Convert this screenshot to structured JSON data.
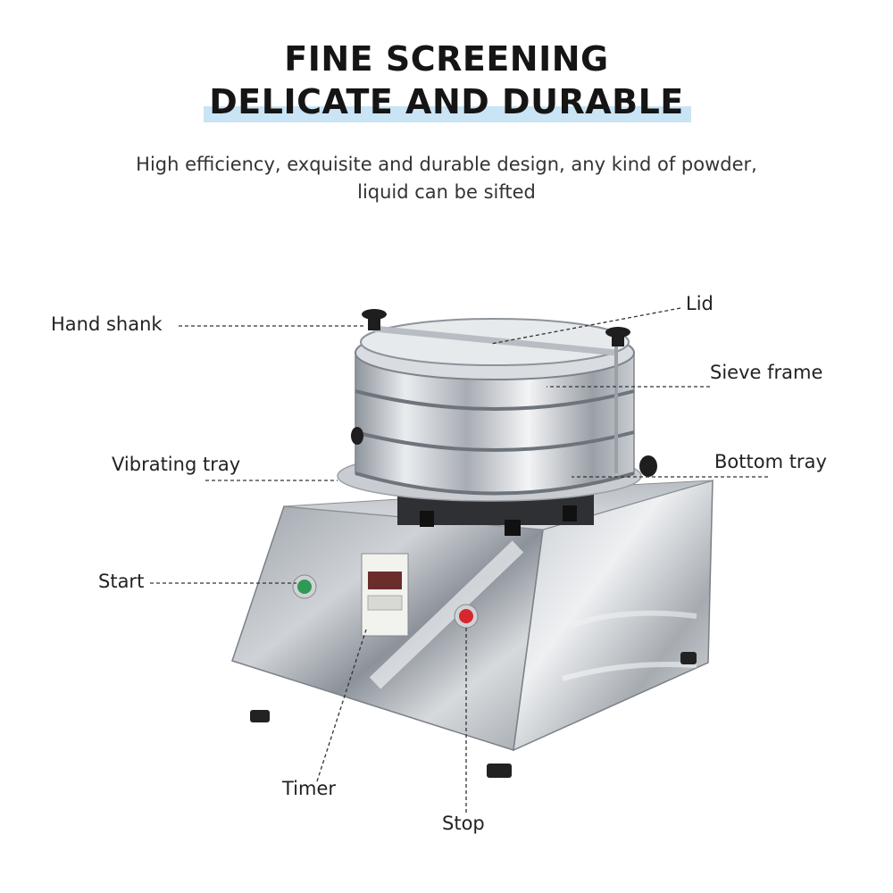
{
  "header": {
    "title_line1": "FINE SCREENING",
    "title_line2": "DELICATE AND DURABLE",
    "subtitle_line1": "High efficiency, exquisite and durable design, any kind of powder,",
    "subtitle_line2": "liquid can be sifted"
  },
  "callouts": {
    "hand_shank": "Hand shank",
    "lid": "Lid",
    "sieve_frame": "Sieve frame",
    "vibrating_tray": "Vibrating tray",
    "bottom_tray": "Bottom tray",
    "start": "Start",
    "timer": "Timer",
    "stop": "Stop"
  },
  "colors": {
    "accent_underline": "#c9e4f4",
    "start_button": "#2e9a55",
    "stop_button": "#d8262e"
  }
}
